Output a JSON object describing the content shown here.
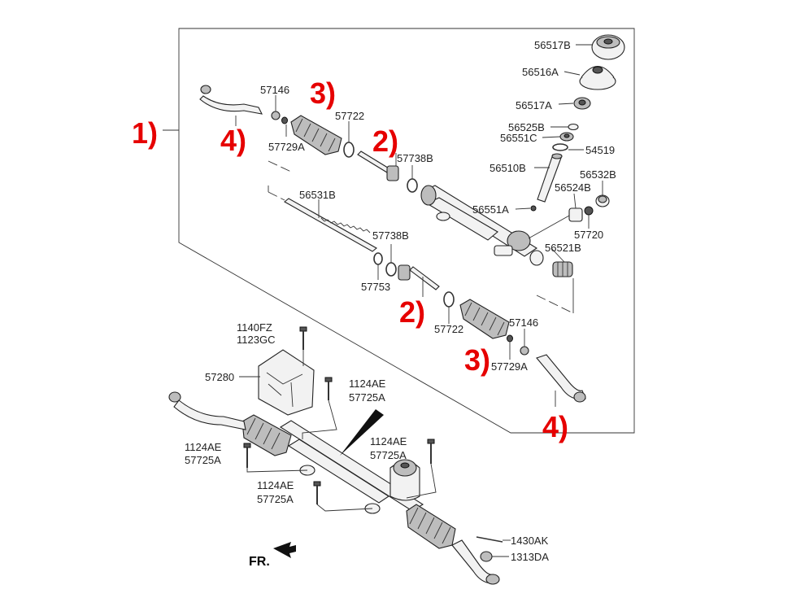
{
  "parts": {
    "p56517B": "56517B",
    "p56516A": "56516A",
    "p56517A": "56517A",
    "p56525B": "56525B",
    "p56551C": "56551C",
    "p54519": "54519",
    "p56510B": "56510B",
    "p56532B": "56532B",
    "p56524B": "56524B",
    "p56551A": "56551A",
    "p57720": "57720",
    "p56521B": "56521B",
    "p57146_top": "57146",
    "p57729A_top": "57729A",
    "p57722_top": "57722",
    "p57738B_top": "57738B",
    "p56531B": "56531B",
    "p57738B_mid": "57738B",
    "p57753": "57753",
    "p57722_bot": "57722",
    "p57146_bot": "57146",
    "p57729A_bot": "57729A",
    "p1140FZ": "1140FZ",
    "p1123GC": "1123GC",
    "p57280": "57280",
    "p1124AE_a": "1124AE",
    "p57725A_a": "57725A",
    "p1124AE_b": "1124AE",
    "p57725A_b": "57725A",
    "p1124AE_c": "1124AE",
    "p57725A_c": "57725A",
    "p1124AE_d": "1124AE",
    "p57725A_d": "57725A",
    "p1430AK": "1430AK",
    "p1313DA": "1313DA"
  },
  "callouts": {
    "c1": "1)",
    "c2_top": "2)",
    "c2_bot": "2)",
    "c3_top": "3)",
    "c3_bot": "3)",
    "c4_top": "4)",
    "c4_bot": "4)"
  },
  "direction": {
    "label": "FR."
  },
  "colors": {
    "callout": "#e60000",
    "line": "#333333",
    "part_fill": "#f2f2f2"
  }
}
